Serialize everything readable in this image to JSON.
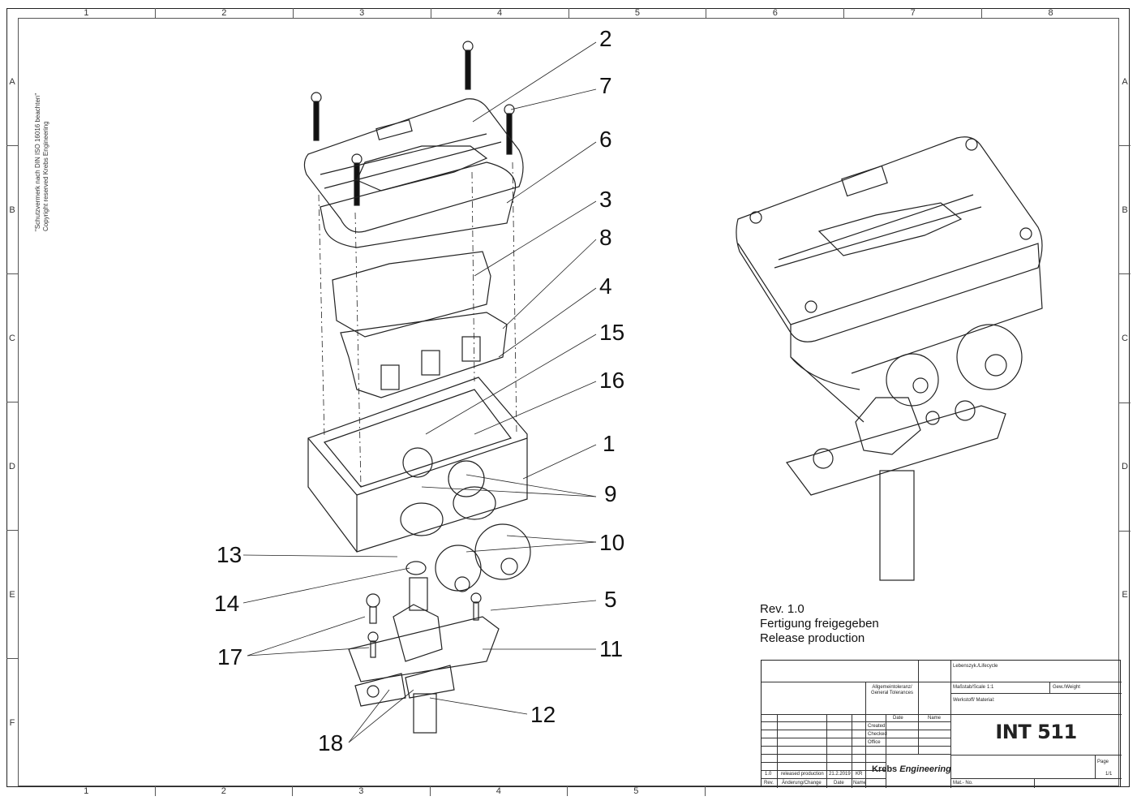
{
  "drawing": {
    "zones_columns": [
      "1",
      "2",
      "3",
      "4",
      "5",
      "6",
      "7",
      "8"
    ],
    "zones_rows": [
      "A",
      "B",
      "C",
      "D",
      "E",
      "F"
    ],
    "copyright_line1": "\"Schutzvermerk nach DIN ISO 16016 beachten\"",
    "copyright_line2": "Copyright reserved Krebs Engineering",
    "revision_note": {
      "line1": "Rev. 1.0",
      "line2": "Fertigung freigegeben",
      "line3": "Release production"
    },
    "balloons": [
      "2",
      "7",
      "6",
      "3",
      "8",
      "4",
      "15",
      "16",
      "1",
      "9",
      "10",
      "13",
      "14",
      "5",
      "17",
      "11",
      "12",
      "18"
    ]
  },
  "title_block": {
    "general_tolerances": "Allgemeintoleranz/ General Tolerances",
    "lifecycle_label": "Lebenszyk./Lifecycle",
    "scale_label": "Maßstab/Scale",
    "scale_value": "1:1",
    "weight_label": "Gew./Weight",
    "material_label": "Werkstoff/ Material:",
    "date_header": "Date",
    "name_header": "Name",
    "created_label": "Created",
    "checked_label": "Checked",
    "office_label": "Office",
    "title": "INT 511",
    "company_part1": "Krebs",
    "company_part2": "Engineering",
    "page_label": "Page",
    "page_value": "1/1",
    "mat_no_label": "Mat.- No.",
    "revision_rows": [
      {
        "rev": "1.0",
        "change": "released production",
        "date": "21.2.2019",
        "name": "KR"
      }
    ],
    "revision_headers": {
      "rev": "Rev.",
      "change": "Änderung/Change",
      "date": "Date",
      "name": "Name"
    }
  }
}
